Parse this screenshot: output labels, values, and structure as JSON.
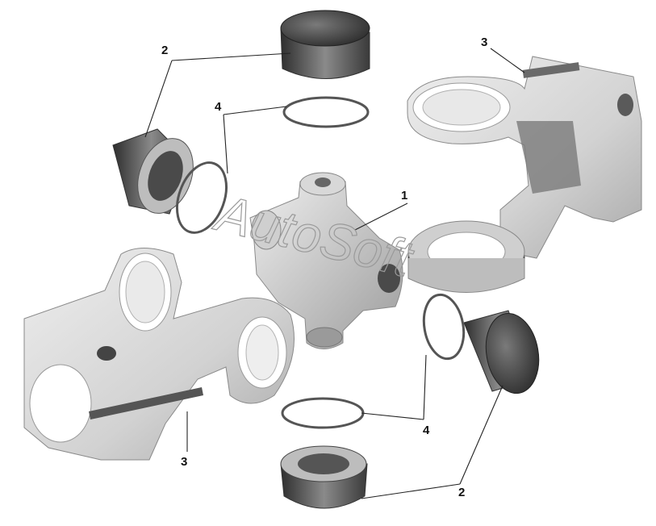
{
  "callouts": [
    {
      "id": "cross",
      "label": "1"
    },
    {
      "id": "bearing-top",
      "label": "2"
    },
    {
      "id": "bearing-bottom",
      "label": "2"
    },
    {
      "id": "yoke-top",
      "label": "3"
    },
    {
      "id": "yoke-bottom",
      "label": "3"
    },
    {
      "id": "ring-top",
      "label": "4"
    },
    {
      "id": "ring-bottom",
      "label": "4"
    }
  ],
  "watermark": "AutoSoft",
  "colors": {
    "part_light": "#d9d9d9",
    "part_mid": "#b5b5b5",
    "part_dark": "#6f6f6f",
    "bearing_dark": "#3a3a3a"
  }
}
